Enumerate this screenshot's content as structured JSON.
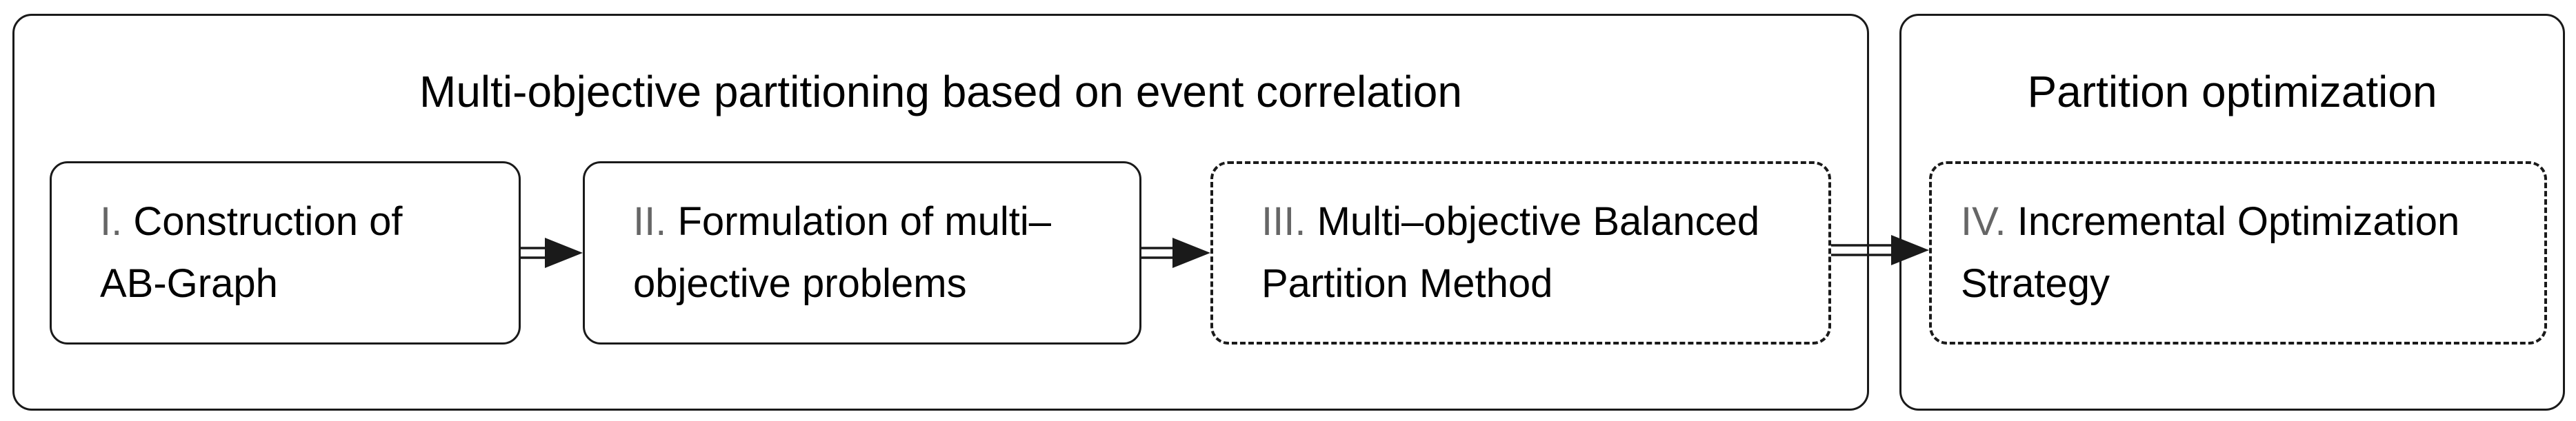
{
  "panels": {
    "left_title": "Multi-objective partitioning based on event correlation",
    "right_title": "Partition optimization"
  },
  "steps": [
    {
      "numeral": "I.",
      "line1": "Construction of",
      "line2": "AB-Graph",
      "style": "solid"
    },
    {
      "numeral": "II.",
      "line1": "Formulation of multi–",
      "line2": "objective problems",
      "style": "solid"
    },
    {
      "numeral": "III.",
      "line1": "Multi–objective Balanced",
      "line2": "Partition Method",
      "style": "dashed"
    },
    {
      "numeral": "IV.",
      "line1": "Incremental Optimization",
      "line2": "Strategy",
      "style": "dashed"
    }
  ],
  "colors": {
    "stroke": "#1a1a1a",
    "numeral": "#666666",
    "text": "#000000"
  }
}
